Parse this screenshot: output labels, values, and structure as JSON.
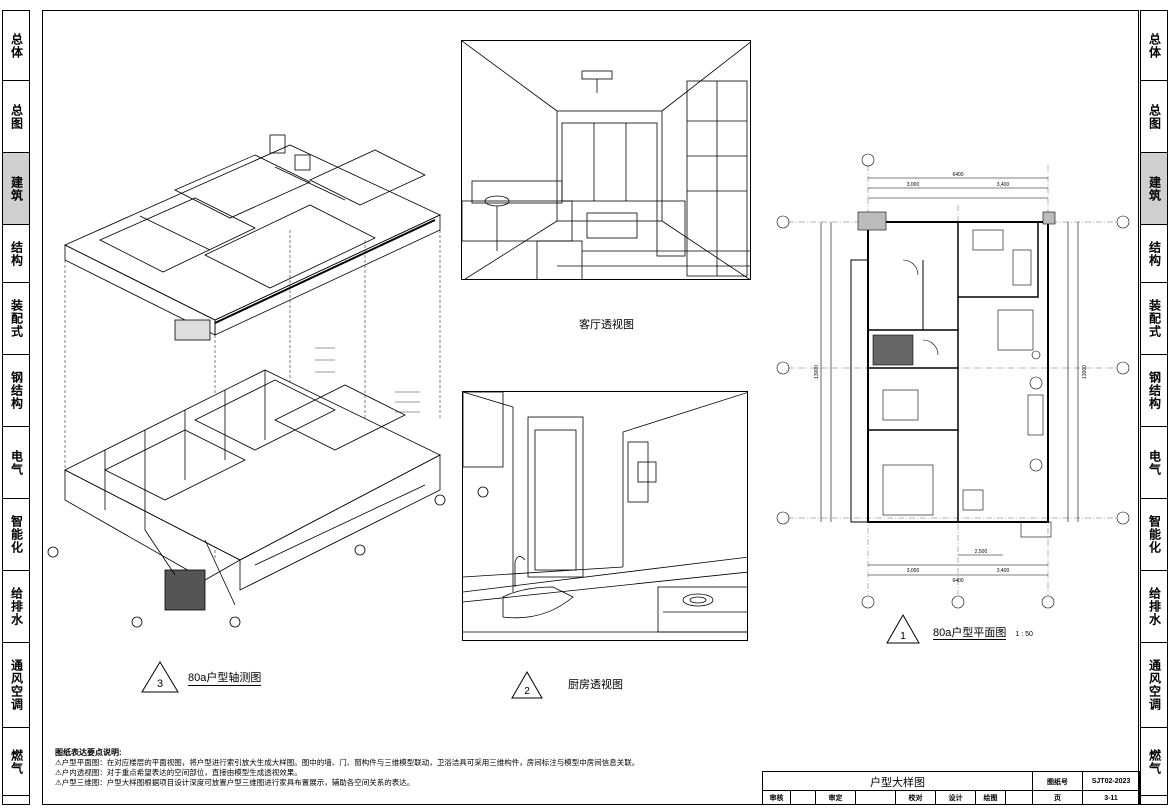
{
  "sidebar": {
    "left": [
      {
        "label": "总体",
        "active": false
      },
      {
        "label": "总图",
        "active": false
      },
      {
        "label": "建筑",
        "active": true
      },
      {
        "label": "结构",
        "active": false
      },
      {
        "label": "装配式",
        "active": false
      },
      {
        "label": "钢结构",
        "active": false
      },
      {
        "label": "电气",
        "active": false
      },
      {
        "label": "智能化",
        "active": false
      },
      {
        "label": "给排水",
        "active": false
      },
      {
        "label": "通风空调",
        "active": false
      },
      {
        "label": "燃气",
        "active": false
      }
    ],
    "right": [
      {
        "label": "总体",
        "active": false
      },
      {
        "label": "总图",
        "active": false
      },
      {
        "label": "建筑",
        "active": true
      },
      {
        "label": "结构",
        "active": false
      },
      {
        "label": "装配式",
        "active": false
      },
      {
        "label": "钢结构",
        "active": false
      },
      {
        "label": "电气",
        "active": false
      },
      {
        "label": "智能化",
        "active": false
      },
      {
        "label": "给排水",
        "active": false
      },
      {
        "label": "通风空调",
        "active": false
      },
      {
        "label": "燃气",
        "active": false
      }
    ]
  },
  "views": {
    "axonometric": {
      "number": "3",
      "title": "80a户型轴测图"
    },
    "living_room": {
      "title": "客厅透视图"
    },
    "kitchen": {
      "number": "2",
      "title": "厨房透视图"
    },
    "plan": {
      "number": "1",
      "title": "80a户型平面图",
      "scale": "1 : 50"
    }
  },
  "plan_dims": {
    "total_width": "6400",
    "left_width": "3,000",
    "right_width": "3,400",
    "total_height_left": "13000",
    "total_height_right": "13000",
    "mid_dim": "2,500"
  },
  "notes": {
    "title": "图纸表达要点说明:",
    "items": [
      "户型平面图：在对应楼层的平面视图，将户型进行索引放大生成大样图。图中的墙、门、窗构件与三维模型联动，卫浴洁具可采用三维构件，房间标注与模型中房间信息关联。",
      "户内透视图：对于重点希望表达的空间部位，直接由模型生成透视效果。",
      "户型三维图：户型大样图根据项目设计深度可放置户型三维图进行家具布置展示，辅助各空间关系的表达。"
    ]
  },
  "titleblock": {
    "drawing_name": "户型大样图",
    "sheet_label": "图纸号",
    "sheet_no": "SJT02-2023",
    "page_label": "页",
    "page_no": "3-11",
    "roles": [
      "审核",
      "审定",
      "校对",
      "设计",
      "绘图"
    ]
  }
}
